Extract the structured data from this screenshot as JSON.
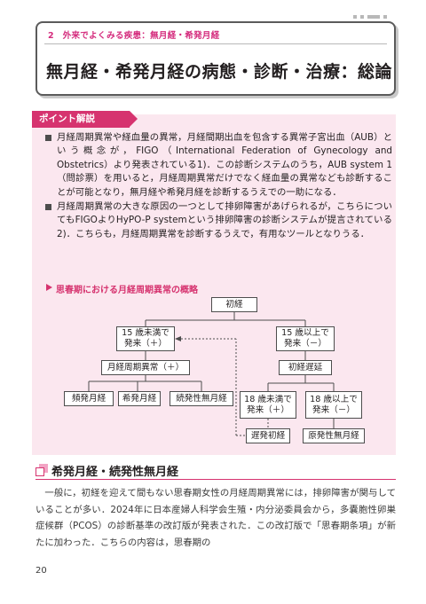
{
  "header": {
    "chapter_label": "2　外来でよくみる疾患：無月経・希発月経",
    "title": "無月経・希発月経の病態・診断・治療：総論"
  },
  "point": {
    "tab_label": "ポイント解説",
    "bullets": [
      "月経周期異常や経血量の異常，月経間期出血を包含する異常子宮出血（AUB）という概念が，FIGO（International Federation of Gynecology and Obstetrics）より発表されている1)．この診断システムのうち，AUB system 1（問診票）を用いると，月経周期異常だけでなく経血量の異常なども診断することが可能となり，無月経や希発月経を診断するうえでの一助になる．",
      "月経周期異常の大きな原因の一つとして排卵障害があげられるが，こちらについてもFIGOよりHyPO-P systemという排卵障害の診断システムが提言されている2)．こちらも，月経周期異常を診断するうえで，有用なツールとなりうる．"
    ]
  },
  "figure": {
    "title": "思春期における月経周期異常の概略",
    "nodes": {
      "shokei": "初経",
      "under15": "15 歳未満で\n発来（＋）",
      "over15": "15 歳以上で\n発来（－）",
      "cycle_abnormal": "月経周期異常（＋）",
      "delayed": "初経遅延",
      "hinpatsu": "頻発月経",
      "kihatsu": "希発月経",
      "zokuhatsu": "続発性無月経",
      "under18": "18 歳未満で\n発来（＋）",
      "over18": "18 歳以上で\n発来（－）",
      "chien_shokei": "遅発初経",
      "genpatsu": "原発性無月経"
    }
  },
  "section": {
    "heading": "希発月経・続発性無月経",
    "paragraph": "一般に，初経を迎えて間もない思春期女性の月経周期異常には，排卵障害が関与していることが多い．2024年に日本産婦人科学会生殖・内分泌委員会から，多嚢胞性卵巣症候群（PCOS）の診断基準の改訂版が発表された．この改訂版で「思春期条項」が新たに加わった．こちらの内容は，思春期の"
  },
  "page_number": "20"
}
